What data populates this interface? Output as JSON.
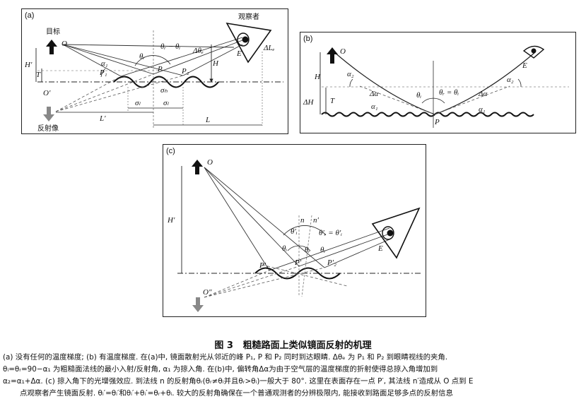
{
  "figure": {
    "number": "图 3",
    "title": "粗糙路面上类似镜面反射的机理",
    "caption_lines": [
      "(a) 没有任何的温度梯度; (b) 有温度梯度. 在(a)中, 镜面散射光从邻近的峰 P₁, P 和 P₂ 同时到达眼睛. Δθₑ 为 P₁ 和 P₂ 到眼睛视线的夹角.",
      "θᵢ=θᵣ=90−α₁ 为粗糙面法线的最小入射/反射角, α₁ 为掠入角. 在(b)中, 偏转角Δα为由于空气层的温度梯度的折射使得总掠入角增加到",
      "α₂=α₁+Δα. (c) 掠入角下的光增强效应. 到法线 n 的反射角θᵣ(θᵣ≠θᵢ并且θᵣ>θᵢ)一般大于 80°. 这里在表面存在一点 P′, 其法线 n′造成从 O 点到 E",
      "点观察者产生镜面反射. θᵢ′=θᵢ′和θᵢ′+θᵢ′=θᵣ+θᵢ. 较大的反射角确保在一个普通观测者的分辨极限内, 能接收到路面足够多点的反射信息"
    ]
  },
  "panels": {
    "a": {
      "label": "(a)",
      "target_label": "目标",
      "observer_label": "观察者",
      "mirror_label": "反射像",
      "symbols": {
        "O": "O",
        "O_prime": "O′",
        "E": "E",
        "P": "P",
        "P1": "P₁",
        "P2": "P₂",
        "H": "H",
        "H_prime": "H′",
        "T": "T",
        "alpha1": "α₁",
        "theta_i": "θᵢ",
        "theta_diff": "θᵣ − θᵢ",
        "delta_theta_e": "Δθₑ",
        "delta_L": "ΔLₑ",
        "sigma_h": "σₕ",
        "sigma_l1": "σₗ",
        "sigma_l2": "σₗ",
        "L_prime": "L′",
        "L": "L"
      }
    },
    "b": {
      "label": "(b)",
      "symbols": {
        "O": "O",
        "E": "E",
        "P": "P",
        "H": "H",
        "delta_H": "ΔH",
        "T": "T",
        "alpha2_left": "α₂",
        "alpha2_right": "α₂",
        "delta_alpha_left": "Δα",
        "delta_alpha_right": "Δα",
        "alpha1_left": "α₁",
        "alpha1_right": "α₁",
        "theta_i": "θᵢ",
        "theta_eq": "θᵣ = θᵢ"
      }
    },
    "c": {
      "label": "(c)",
      "symbols": {
        "O": "O",
        "O_dprime": "O″",
        "E": "E",
        "H_prime": "H′",
        "n": "n",
        "n_prime": "n′",
        "theta_i_prime": "θ′ᵢ",
        "theta_r_eq": "θ′ᵣ = θ′ᵢ",
        "theta_i": "θᵢ",
        "theta_r": "θᵣ",
        "theta_r2": "θᵢ",
        "P1p": "P′₁",
        "Pp": "P′",
        "P2p": "P′₂"
      }
    }
  },
  "colors": {
    "line": "#222222",
    "arrow_fill": "#111111",
    "mirror_arrow": "#888888",
    "eye_fill": "#111111"
  },
  "icons": [
    "target-arrow-icon",
    "mirror-arrow-icon",
    "eye-icon"
  ]
}
